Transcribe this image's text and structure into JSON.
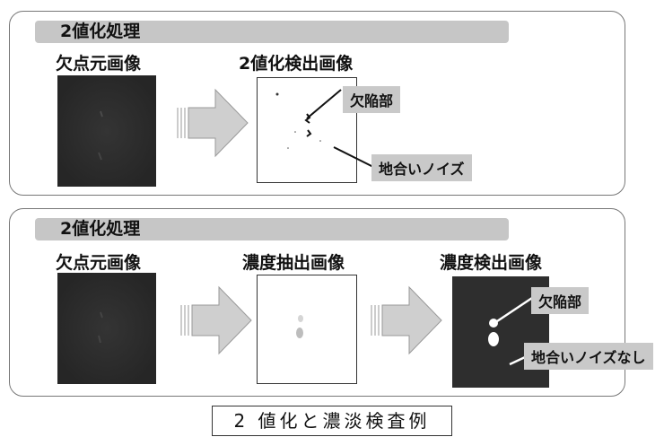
{
  "panel1": {
    "title": "2値化処理",
    "source_label": "欠点元画像",
    "result_label": "2値化検出画像",
    "callout_defect": "欠陥部",
    "callout_noise": "地合いノイズ"
  },
  "panel2": {
    "title": "2値化処理",
    "source_label": "欠点元画像",
    "middle_label": "濃度抽出画像",
    "result_label": "濃度検出画像",
    "callout_defect": "欠陥部",
    "callout_noise": "地合いノイズなし"
  },
  "caption": "2 値化と濃淡検査例",
  "icons": {
    "arrow": "right-arrow-icon"
  },
  "colors": {
    "title_bar": "#c6c6c6",
    "arrow_fill": "#cfcfcf",
    "dark_image": "#2b2b2b"
  }
}
